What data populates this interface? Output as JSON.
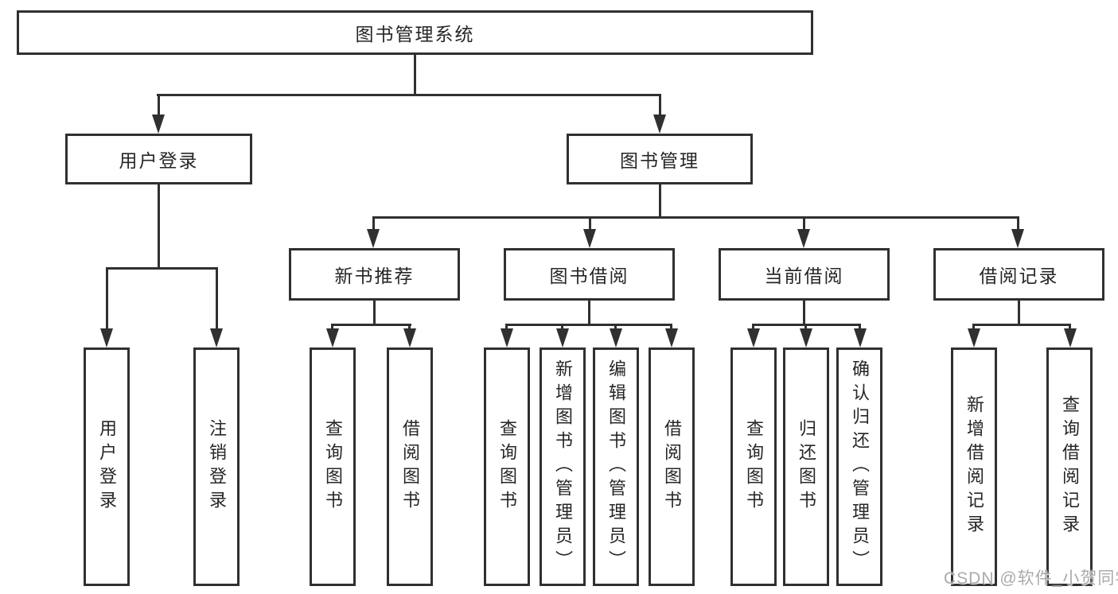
{
  "colors": {
    "line": "#303030",
    "text": "#262626",
    "background": "#ffffff",
    "watermark": "#a6a6a6"
  },
  "watermark": "CSDN @软件_小贺同学",
  "tree": {
    "label": "图书管理系统",
    "children": [
      {
        "label": "用户登录",
        "children": [
          {
            "label": "用户登录"
          },
          {
            "label": "注销登录"
          }
        ]
      },
      {
        "label": "图书管理",
        "children": [
          {
            "label": "新书推荐",
            "children": [
              {
                "label": "查询图书"
              },
              {
                "label": "借阅图书"
              }
            ]
          },
          {
            "label": "图书借阅",
            "children": [
              {
                "label": "查询图书"
              },
              {
                "label": "新增图书（管理员）"
              },
              {
                "label": "编辑图书（管理员）"
              },
              {
                "label": "借阅图书"
              }
            ]
          },
          {
            "label": "当前借阅",
            "children": [
              {
                "label": "查询图书"
              },
              {
                "label": "归还图书"
              },
              {
                "label": "确认归还（管理员）"
              }
            ]
          },
          {
            "label": "借阅记录",
            "children": [
              {
                "label": "新增借阅记录"
              },
              {
                "label": "查询借阅记录"
              }
            ]
          }
        ]
      }
    ]
  }
}
